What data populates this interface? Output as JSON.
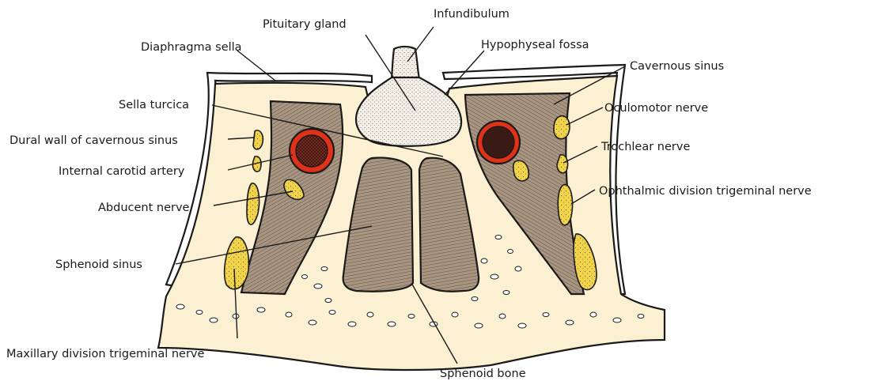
{
  "colors": {
    "bone": "#fbf1d2",
    "sinus_fill": "#a89682",
    "nerve": "#f1d44b",
    "artery_wall": "#e03218",
    "artery_lumen": "#3a1a14",
    "outline": "#1a1a1a"
  },
  "labels": {
    "pituitary_gland": "Pituitary gland",
    "infundibulum": "Infundibulum",
    "diaphragma_sella": "Diaphragma sella",
    "hypophyseal_fossa": "Hypophyseal fossa",
    "cavernous_sinus": "Cavernous sinus",
    "sella_turcica": "Sella turcica",
    "oculomotor_nerve": "Oculomotor nerve",
    "dural_wall": "Dural wall of cavernous sinus",
    "trochlear_nerve": "Trochlear nerve",
    "internal_carotid_artery": "Internal carotid artery",
    "abducent_nerve": "Abducent nerve",
    "ophthalmic_division": "Ophthalmic division trigeminal nerve",
    "sphenoid_sinus": "Sphenoid sinus",
    "maxillary_division": "Maxillary division trigeminal nerve",
    "sphenoid_bone": "Sphenoid bone"
  }
}
